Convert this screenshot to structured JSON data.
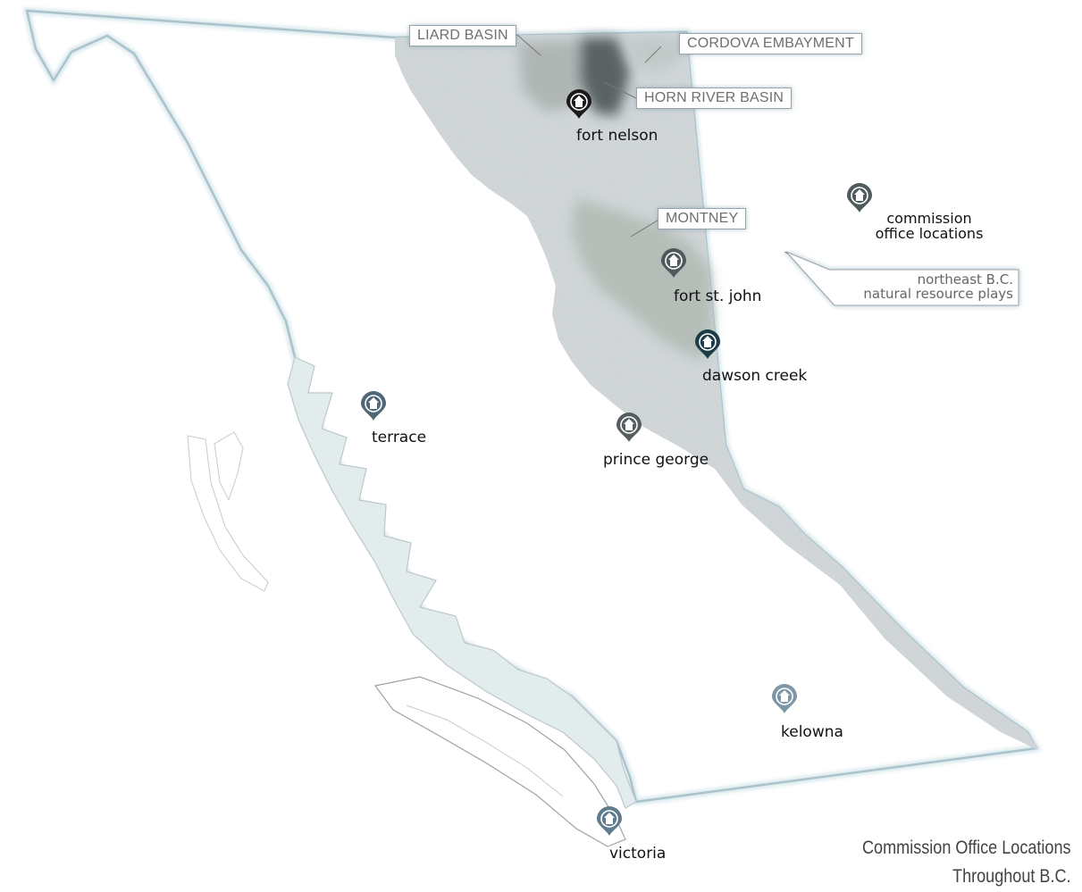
{
  "caption": {
    "line1": "Commission Office Locations",
    "line2": "Throughout B.C."
  },
  "plays": {
    "liard": "LIARD BASIN",
    "cordova": "CORDOVA EMBAYMENT",
    "horn_river": "HORN RIVER BASIN",
    "montney": "MONTNEY"
  },
  "offices": {
    "fort_nelson": "fort nelson",
    "fort_st_john": "fort st. john",
    "dawson_creek": "dawson creek",
    "prince_george": "prince george",
    "terrace": "terrace",
    "kelowna": "kelowna",
    "victoria": "victoria"
  },
  "legend": {
    "office_line1": "commission",
    "office_line2": "office locations",
    "resource_line1": "northeast B.C.",
    "resource_line2": "natural resource plays"
  },
  "icons": {
    "office_marker": "map-pin-house-icon"
  },
  "colors": {
    "fort_nelson_pin": "#1a1a1a",
    "fort_st_john_pin": "#4f5a5c",
    "dawson_creek_pin": "#1c3c47",
    "prince_george_pin": "#555e5f",
    "terrace_pin": "#4f6877",
    "kelowna_pin": "#7d97a6",
    "victoria_pin": "#5f7c8f",
    "legend_pin": "#4f5a5c",
    "border": "#a9c3cc",
    "coast_fill": "#e2eced",
    "stipple": "#a8b0b3"
  }
}
